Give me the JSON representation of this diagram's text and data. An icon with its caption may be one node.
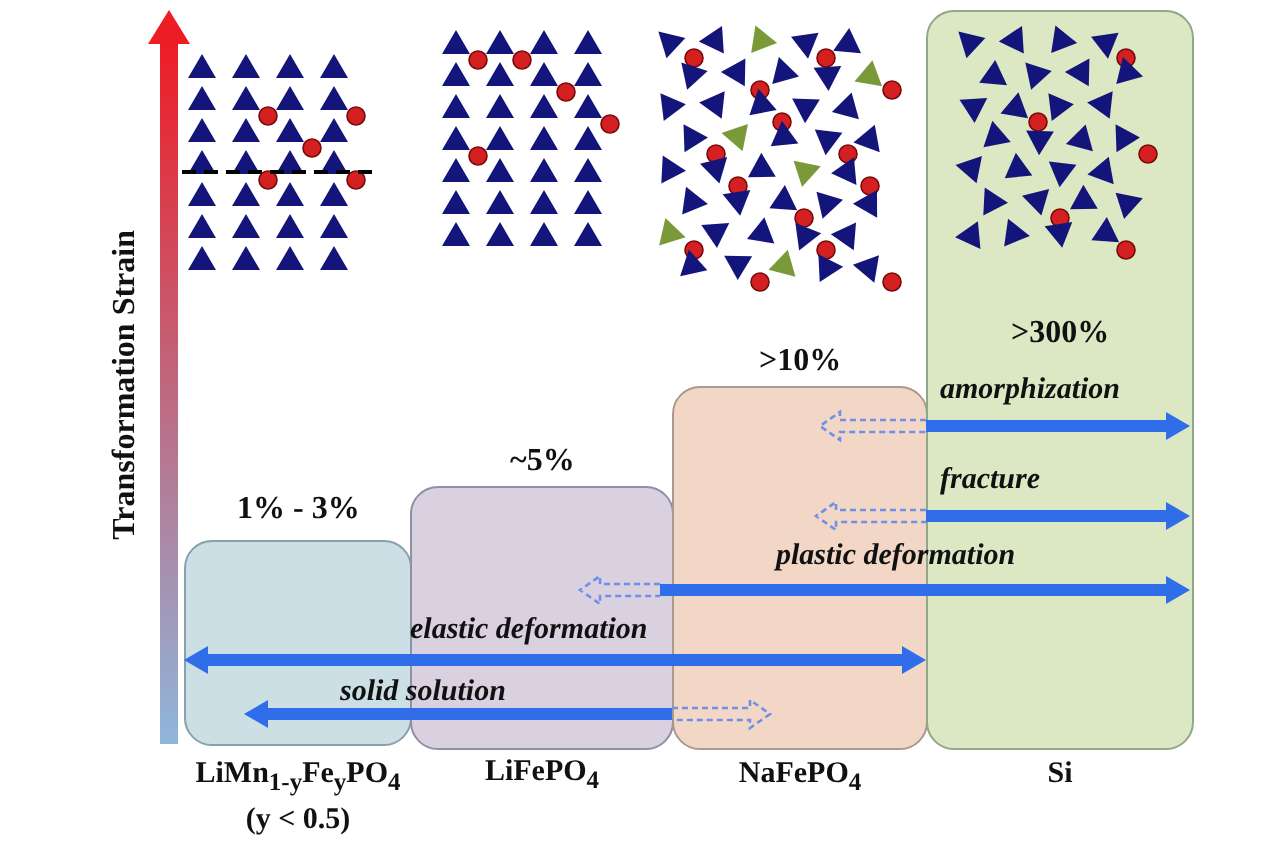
{
  "diagram": {
    "nodes": [
      {
        "text": [
          "1% - 3%",
          "LiMn$_{1-y}$Fe$_{y}$PO$_{4}$ (y < 0.5)"
        ]
      },
      {
        "text": [
          "~5%",
          "LiFePO$_{4}$"
        ]
      },
      {
        "text": [
          ">10%",
          "NaFePO$_{4}$"
        ]
      },
      {
        "text": [
          ">300%",
          "Si"
        ]
      }
    ],
    "labels": [
      "Transformation Strain",
      "amorphization",
      "fracture",
      "plastic deformation",
      "elastic deformation",
      "solid solution"
    ]
  }
}
